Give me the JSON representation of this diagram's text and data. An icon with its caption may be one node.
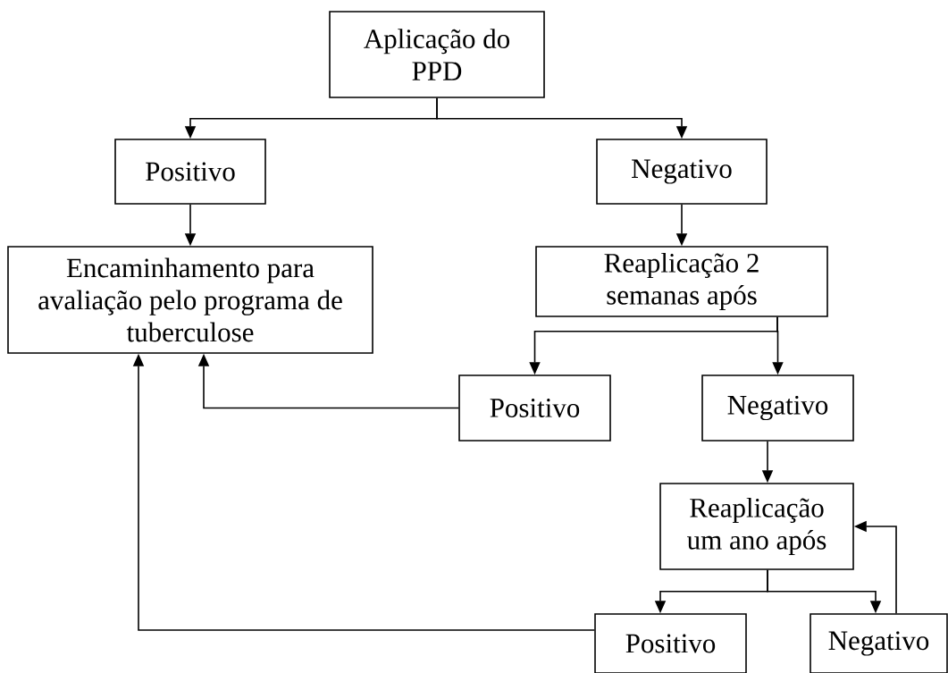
{
  "diagram": {
    "nodes": [
      {
        "text": [
          "Aplicação do PPD"
        ]
      },
      {
        "text": [
          "Positivo"
        ]
      },
      {
        "text": [
          "Negativo"
        ]
      },
      {
        "text": [
          "Encaminhamento para avaliação pelo programa de tuberculose"
        ]
      },
      {
        "text": [
          "Reaplicação 2 semanas após"
        ]
      },
      {
        "text": [
          "Positivo"
        ]
      },
      {
        "text": [
          "Negativo"
        ]
      },
      {
        "text": [
          "Reaplicação um ano após"
        ]
      },
      {
        "text": [
          "Positivo"
        ]
      },
      {
        "text": [
          "Negativo"
        ]
      }
    ],
    "edges": [
      {
        "from": 0,
        "to": 1,
        "arrow": "to"
      },
      {
        "from": 0,
        "to": 2,
        "arrow": "to"
      },
      {
        "from": 1,
        "to": 3,
        "arrow": "to"
      },
      {
        "from": 2,
        "to": 4,
        "arrow": "to"
      },
      {
        "from": 4,
        "to": 5,
        "arrow": "to"
      },
      {
        "from": 4,
        "to": 6,
        "arrow": "to"
      },
      {
        "from": 5,
        "to": 3,
        "arrow": "to"
      },
      {
        "from": 6,
        "to": 7,
        "arrow": "to"
      },
      {
        "from": 7,
        "to": 8,
        "arrow": "to"
      },
      {
        "from": 7,
        "to": 9,
        "arrow": "to"
      },
      {
        "from": 9,
        "to": 7,
        "arrow": "to"
      },
      {
        "from": 8,
        "to": 3,
        "arrow": "to"
      }
    ]
  }
}
